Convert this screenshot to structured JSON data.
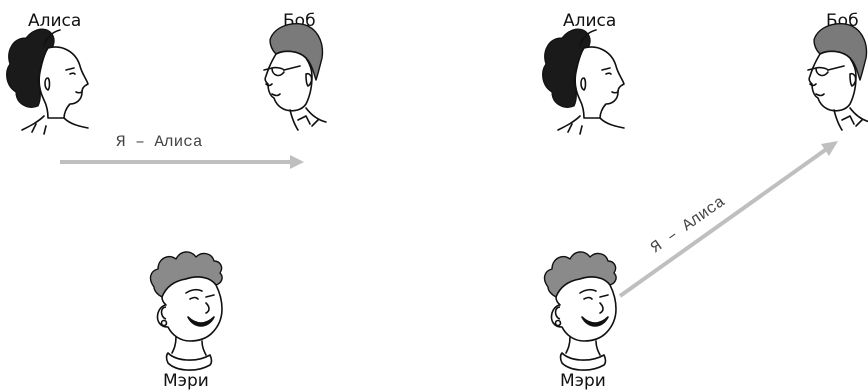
{
  "left_panel": {
    "alice_label": "Алиса",
    "bob_label": "Боб",
    "mary_label": "Мэри",
    "message": "Я – Алиса"
  },
  "right_panel": {
    "alice_label": "Алиса",
    "bob_label": "Боб",
    "mary_label": "Мэри",
    "message": "Я – Алиса"
  },
  "colors": {
    "arrow": "#bfbfbf",
    "text": "#111111",
    "message_text": "#444444"
  },
  "icons": [
    "alice-head-icon",
    "bob-head-icon",
    "mary-head-icon"
  ]
}
